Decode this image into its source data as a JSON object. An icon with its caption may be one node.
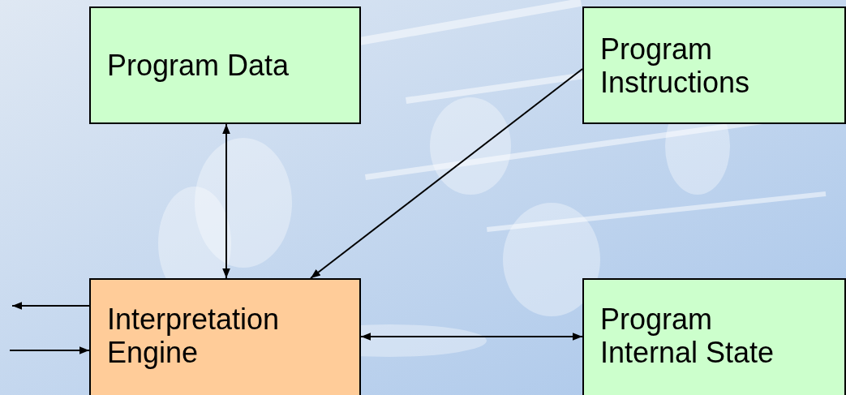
{
  "diagram": {
    "nodes": [
      {
        "text": [
          "Program Data"
        ]
      },
      {
        "text": [
          "Program Instructions"
        ]
      },
      {
        "text": [
          "Interpretation Engine"
        ]
      },
      {
        "text": [
          "Program Internal State"
        ]
      }
    ],
    "edges": [
      {
        "from": 0,
        "to": 2,
        "arrow": "both"
      },
      {
        "from": 1,
        "to": 2,
        "arrow": "to"
      },
      {
        "from": 2,
        "to": 3,
        "arrow": "both"
      },
      {
        "from": 2,
        "to": null,
        "arrow": "to"
      },
      {
        "from": null,
        "to": 2,
        "arrow": "to"
      }
    ]
  }
}
